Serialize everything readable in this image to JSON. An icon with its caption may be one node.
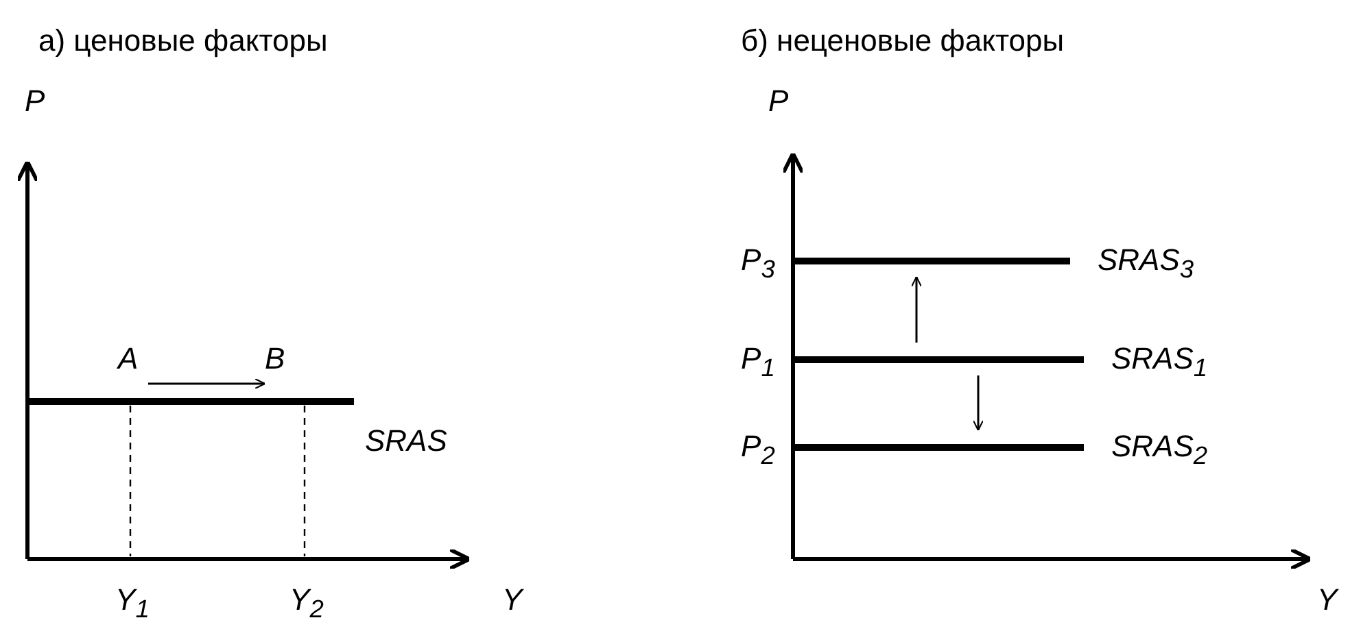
{
  "diagram": {
    "nodes": [
      {
        "text": [
          "A"
        ]
      },
      {
        "text": [
          "B"
        ]
      },
      {
        "text": [
          "SRAS$_{3}$"
        ]
      },
      {
        "text": [
          "SRAS$_{1}$"
        ]
      },
      {
        "text": [
          "SRAS$_{2}$"
        ]
      }
    ],
    "edges": [
      {
        "from": 0,
        "to": 1,
        "arrow": "to"
      },
      {
        "from": 3,
        "to": 2,
        "arrow": "to"
      },
      {
        "from": 3,
        "to": 4,
        "arrow": "to"
      }
    ],
    "labels": [
      "а) ценовые факторы",
      "P",
      "SRAS",
      "Y$_{1}$",
      "Y$_{2}$",
      "Y",
      "б) неценовые факторы",
      "P",
      "P$_{3}$",
      "P$_{1}$",
      "P$_{2}$",
      "Y"
    ]
  }
}
